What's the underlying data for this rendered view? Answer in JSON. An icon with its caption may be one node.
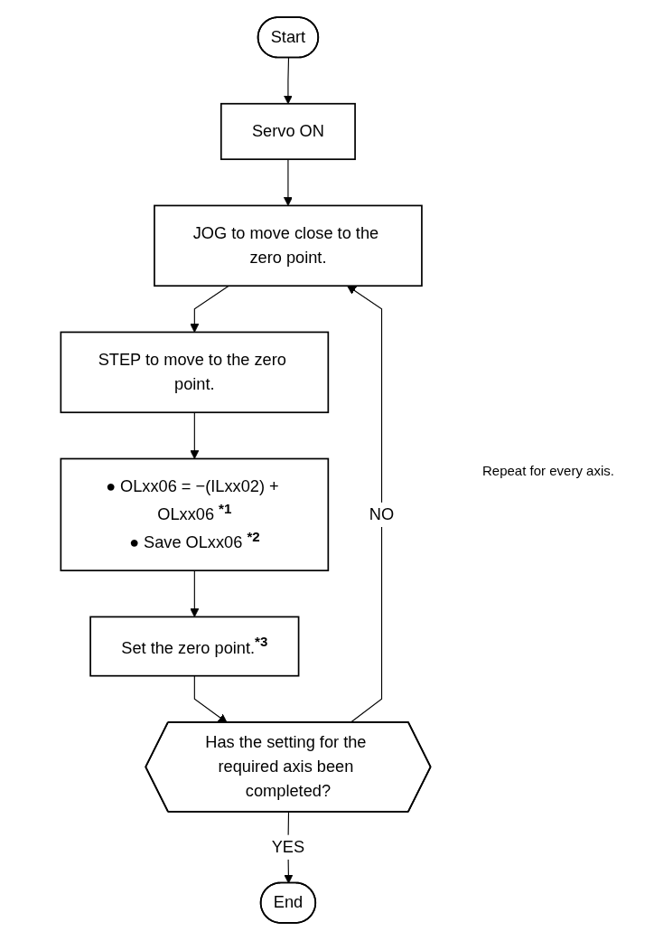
{
  "diagram": {
    "nodes": [
      {
        "text": [
          "Start"
        ]
      },
      {
        "text": [
          "Servo ON"
        ]
      },
      {
        "text": [
          "JOG to move close to the zero point."
        ]
      },
      {
        "text": [
          "STEP to move to the zero point."
        ]
      },
      {
        "text": [
          "● OLxx06 = −(ILxx02) + OLxx06 $^{*1}$",
          "● Save OLxx06 $^{*2}$"
        ]
      },
      {
        "text": [
          "Set the zero point.$^{*3}$"
        ]
      },
      {
        "text": [
          "Has the setting for the required axis been completed?"
        ]
      },
      {
        "text": [
          "End"
        ]
      }
    ],
    "edges": [
      {
        "from": 0,
        "to": 1,
        "arrow": "to"
      },
      {
        "from": 1,
        "to": 2,
        "arrow": "to"
      },
      {
        "from": 2,
        "to": 3,
        "arrow": "to"
      },
      {
        "from": 3,
        "to": 4,
        "arrow": "to"
      },
      {
        "from": 4,
        "to": 5,
        "arrow": "to"
      },
      {
        "from": 5,
        "to": 6,
        "arrow": "to"
      },
      {
        "from": 6,
        "to": 7,
        "arrow": "to",
        "label": "YES"
      },
      {
        "from": 6,
        "to": 2,
        "arrow": "to",
        "label": "NO"
      }
    ],
    "labels": [
      "Repeat for every axis."
    ]
  }
}
